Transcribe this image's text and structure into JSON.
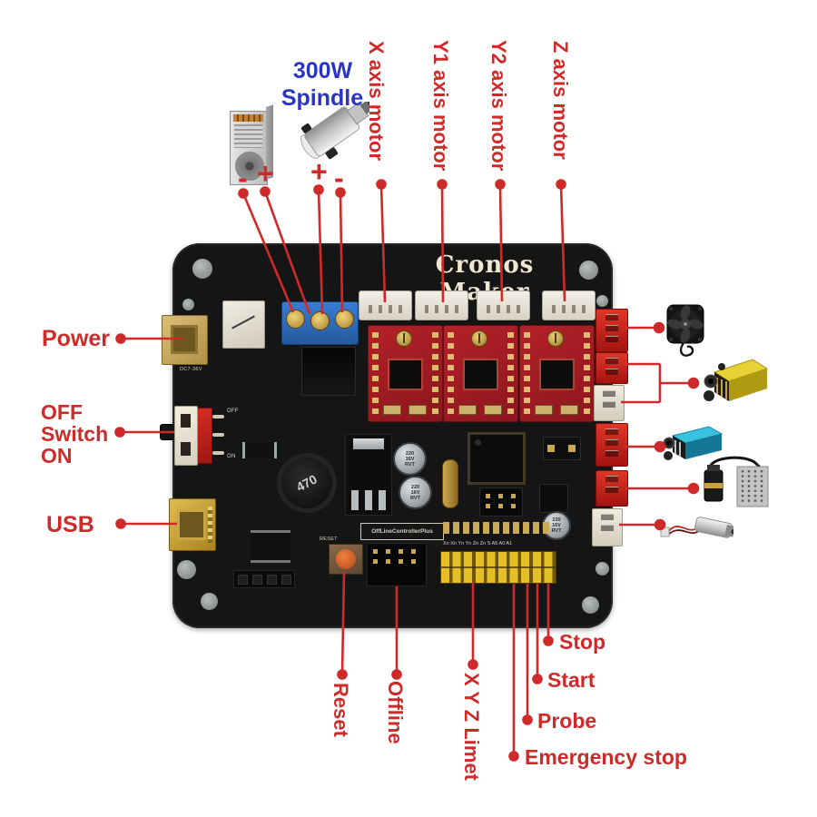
{
  "diagram": {
    "board_title": "Cronos Maker",
    "spindle_title": [
      "300W",
      "Spindle"
    ],
    "psu_label_minus": "-",
    "psu_label_plus": "+",
    "spindle_label_plus": "+",
    "spindle_label_minus": "-",
    "axis_labels": [
      "X axis motor",
      "Y1 axis motor",
      "Y2 axis motor",
      "Z axis motor"
    ],
    "left_labels": {
      "power": "Power",
      "switch_off": "OFF",
      "switch_mid": "Switch",
      "switch_on": "ON",
      "usb": "USB"
    },
    "bottom_labels": {
      "reset": "Reset",
      "offline": "Offline",
      "xyz_limit": "X Y Z Limet",
      "stop": "Stop",
      "start": "Start",
      "probe": "Probe",
      "emergency": "Emergency stop"
    }
  },
  "board_silkscreen": {
    "dc_rating": "DC7-36V",
    "off": "OFF",
    "on": "ON",
    "reset": "RESET",
    "offline_header": "OffLineControllerPlus",
    "inductor_value": "470",
    "capacitor_value": "220 16V RVT",
    "pin_strip": "Xn Xn Yn Yn Zn Zn S A5 A0 A1"
  },
  "accessories": [
    {
      "icon": "power-supply-icon"
    },
    {
      "icon": "spindle-motor-icon"
    },
    {
      "icon": "cooling-fan-icon"
    },
    {
      "icon": "yellow-laser-module-icon"
    },
    {
      "icon": "blue-laser-module-icon"
    },
    {
      "icon": "laser-with-driver-board-icon"
    },
    {
      "icon": "laser-pointer-icon"
    }
  ],
  "colors": {
    "label_red": "#cf2a2a",
    "spindle_blue": "#2b35c4",
    "board_black": "#151515",
    "driver_red": "#a81f26",
    "terminal_blue": "#2b66b8",
    "header_yellow": "#e5bf27",
    "connector_red": "#cc2018",
    "connector_cream": "#ece8dc",
    "usb_gold": "#c9a32e"
  }
}
